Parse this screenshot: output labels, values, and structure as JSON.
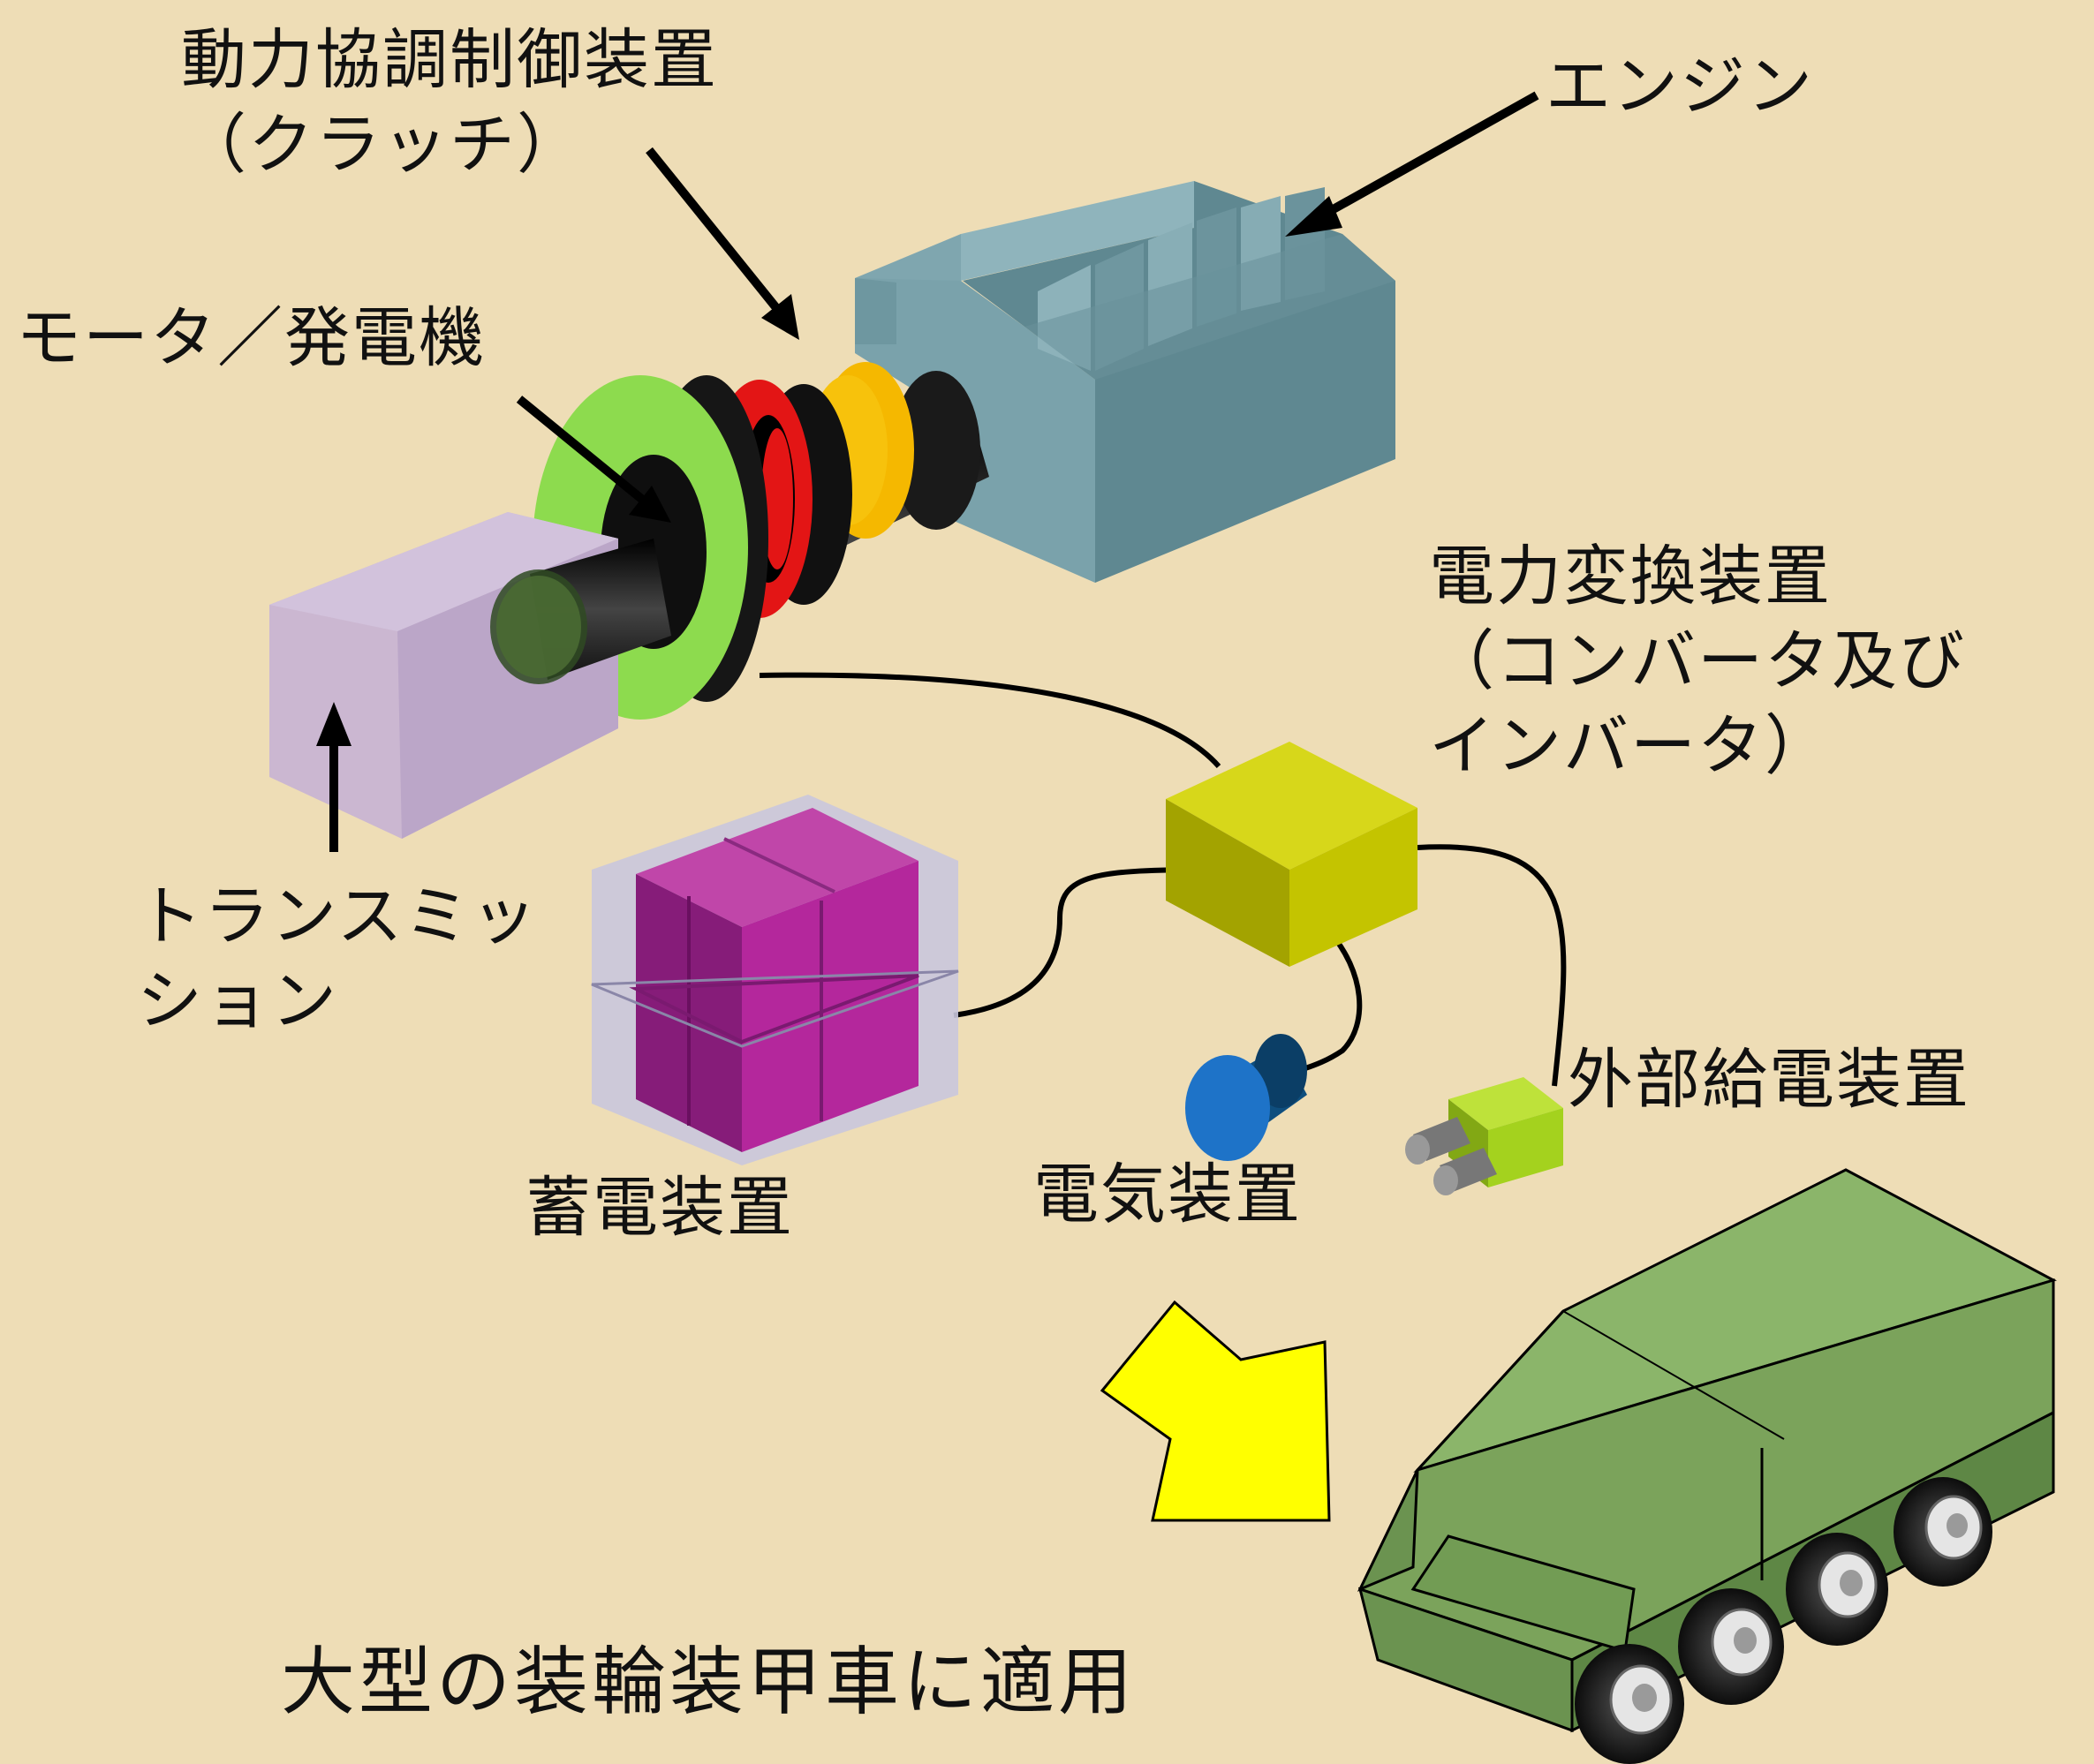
{
  "labels": {
    "clutch": [
      "動力協調制御装置",
      "（クラッチ）"
    ],
    "engine": "エンジン",
    "motor": "モータ／発電機",
    "converter": [
      "電力変換装置",
      "（コンバータ及び",
      "インバータ）"
    ],
    "transmission": [
      "トランスミッ",
      "ション"
    ],
    "battery": "蓄電装置",
    "electrical": "電気装置",
    "external_power": "外部給電装置",
    "application": "大型の装輪装甲車に適用"
  },
  "colors": {
    "background": "#EEDDB6",
    "engine": "#6E97A0",
    "clutch_red": "#E31515",
    "clutch_orange": "#F5B800",
    "motor_green": "#8DDB4E",
    "transmission": "#C8B4D3",
    "battery": "#B4279C",
    "converter": "#C8C800",
    "electrical": "#1E73C8",
    "external_power": "#A4D21E",
    "vehicle": "#7BA35B",
    "arrow_yellow": "#FFFF00"
  }
}
